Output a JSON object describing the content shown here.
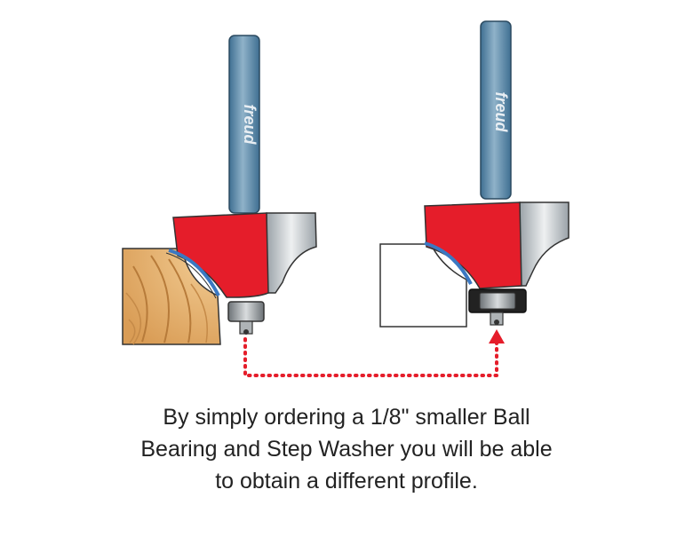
{
  "brand_text": "freud",
  "caption": {
    "line1": "By simply ordering a 1/8\" smaller Ball",
    "line2": "Bearing and Step Washer you will be able",
    "line3": "to obtain a different profile."
  },
  "colors": {
    "cutter_red": "#e51d2a",
    "shank_blue": "#5d8aa8",
    "carbide_gray": "#c9cdd0",
    "wood": "#e8b77a",
    "arrow_red": "#e51d2a",
    "profile_blue": "#3b78c2",
    "bearing_dark": "#222222"
  }
}
